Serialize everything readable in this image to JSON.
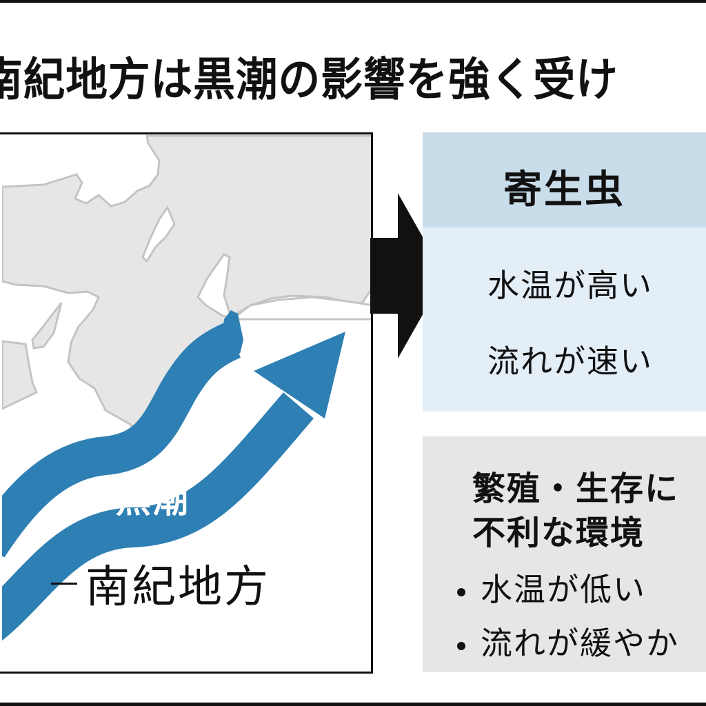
{
  "title": "南紀地方は黒潮の影響を強く受け",
  "map": {
    "current_label": "黒潮",
    "region_label": "南紀地方",
    "colors": {
      "land": "#e6e6e6",
      "coast": "#c4c4c4",
      "current": "#2e7fb3"
    }
  },
  "arrow_icon": "right-arrow-icon",
  "parasite_panel": {
    "header": "寄生虫",
    "conditions": [
      "水温が高い",
      "流れが速い"
    ],
    "colors": {
      "header": "#c9dcea",
      "body": "#e3eef7"
    }
  },
  "environment_panel": {
    "heading_lines": [
      "繁殖・生存に",
      "不利な環境"
    ],
    "bullets": [
      "水温が低い",
      "流れが緩やか"
    ],
    "color": "#e6e6e6"
  }
}
